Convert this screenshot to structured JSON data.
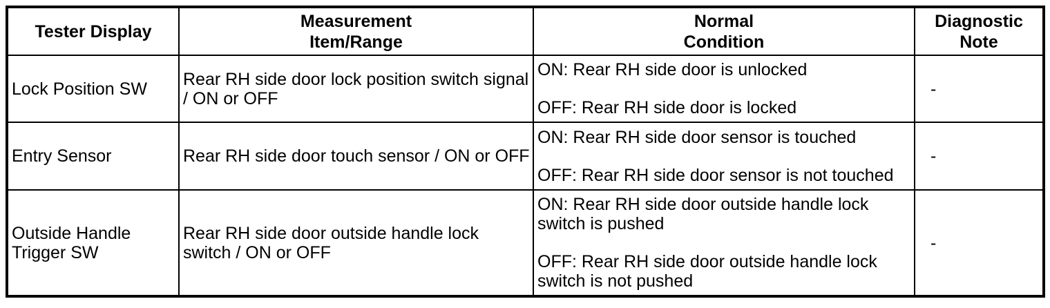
{
  "page": {
    "background_color": "#ffffff",
    "border_color": "#000000",
    "text_color": "#000000"
  },
  "table": {
    "headers": [
      "Tester Display",
      "Measurement Item/Range",
      "Normal Condition",
      "Diagnostic Note"
    ],
    "rows": [
      {
        "tester_display": "Lock Position SW",
        "measurement": "Rear RH side door lock position switch signal / ON or OFF",
        "normal_on": "ON: Rear RH side door is unlocked",
        "normal_off": "OFF: Rear RH side door is locked",
        "diagnostic_note": "-"
      },
      {
        "tester_display": "Entry Sensor",
        "measurement": "Rear RH side door touch sensor / ON or OFF",
        "normal_on": "ON: Rear RH side door sensor is touched",
        "normal_off": "OFF: Rear RH side door sensor is not touched",
        "diagnostic_note": "-"
      },
      {
        "tester_display": "Outside Handle Trigger SW",
        "measurement": "Rear RH side door outside handle lock switch / ON or OFF",
        "normal_on": "ON: Rear RH side door outside handle lock switch is pushed",
        "normal_off": "OFF: Rear RH side door outside handle lock switch is not pushed",
        "diagnostic_note": "-"
      }
    ]
  }
}
